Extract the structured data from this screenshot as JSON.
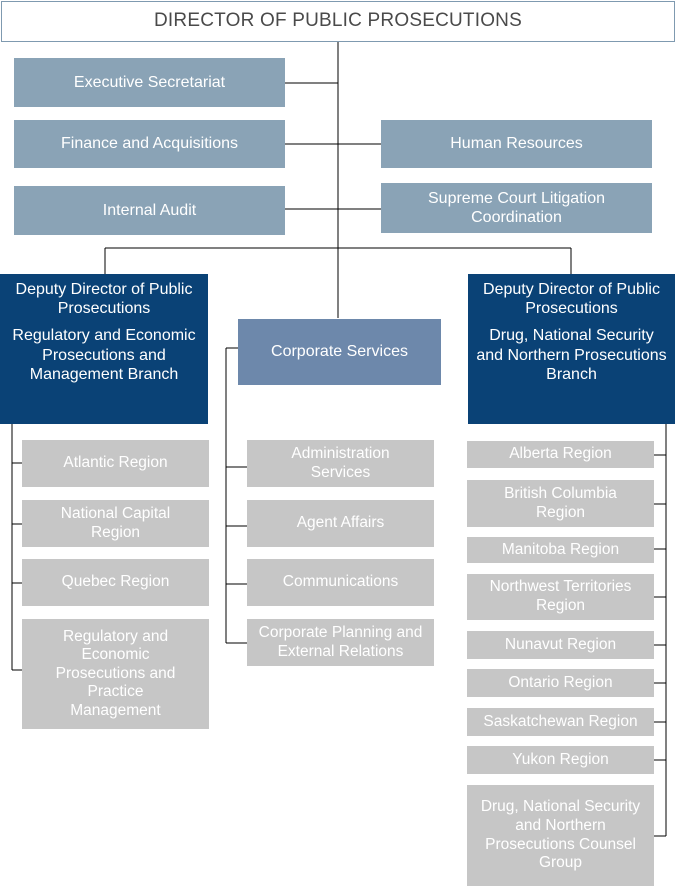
{
  "director": "DIRECTOR OF PUBLIC PROSECUTIONS",
  "staff_units": {
    "executive_secretariat": "Executive Secretariat",
    "finance": "Finance and Acquisitions",
    "human_resources": "Human Resources",
    "internal_audit": "Internal Audit",
    "supreme_court": "Supreme Court Litigation Coordination"
  },
  "deputy_left": {
    "title": "Deputy Director of Public Prosecutions",
    "branch": "Regulatory and Economic Prosecutions and Management Branch",
    "units": [
      "Atlantic Region",
      "National Capital Region",
      "Quebec Region",
      "Regulatory and Economic Prosecutions and Practice Management"
    ]
  },
  "corporate": {
    "title": "Corporate Services",
    "units": [
      "Administration Services",
      "Agent Affairs",
      "Communications",
      "Corporate Planning and External Relations"
    ]
  },
  "deputy_right": {
    "title": "Deputy Director of Public Prosecutions",
    "branch": "Drug, National Security and Northern Prosecutions Branch",
    "units": [
      "Alberta Region",
      "British Columbia Region",
      "Manitoba Region",
      "Northwest Territories Region",
      "Nunavut Region",
      "Ontario Region",
      "Saskatchewan Region",
      "Yukon Region",
      "Drug, National Security and Northern Prosecutions Counsel Group"
    ]
  },
  "colors": {
    "lines": "#000000",
    "staff": "#8aa3b6",
    "deputy": "#0a4276",
    "corporate": "#6d88ab",
    "unit": "#c6c6c6"
  }
}
